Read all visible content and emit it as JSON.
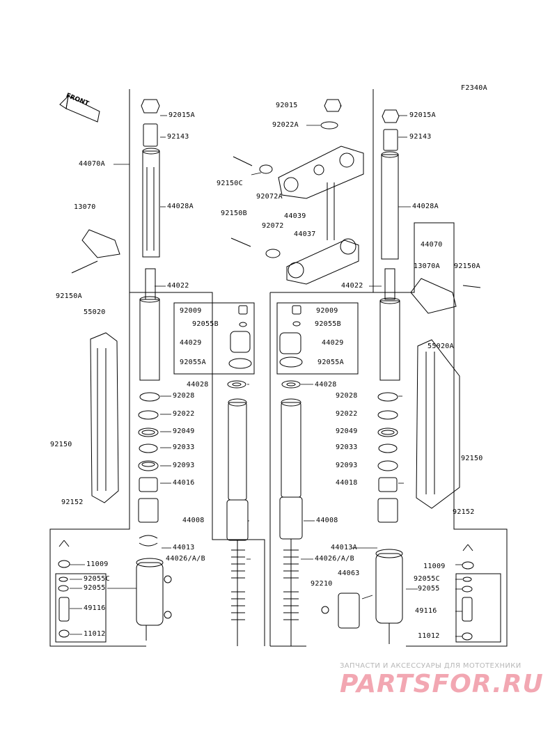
{
  "code": "F2340A",
  "front_label": "FRONT",
  "labels": {
    "l92015A_left": "92015A",
    "l92143_left": "92143",
    "l44070A": "44070A",
    "l44028A_left": "44028A",
    "l13070": "13070",
    "l92150A_left": "92150A",
    "l44022_left": "44022",
    "l55020": "55020",
    "l92009_left": "92009",
    "l92055B": "92055B",
    "l44029_left": "44029",
    "l92055A_left": "92055A",
    "l44028_left": "44028",
    "l92028_left": "92028",
    "l92022_left": "92022",
    "l92049_left": "92049",
    "l92033_left": "92033",
    "l92093_left": "92093",
    "l44016": "44016",
    "l92150_left": "92150",
    "l92152_left": "92152",
    "l44008_left": "44008",
    "l44013": "44013",
    "l44026_left": "44026/A/B",
    "l11009_left": "11009",
    "l92055C_left": "92055C",
    "l92055_left": "92055",
    "l49116_left": "49116",
    "l11012_left": "11012",
    "l92015": "92015",
    "l92022A": "92022A",
    "l92150C": "92150C",
    "l92072A": "92072A",
    "l92150B": "92150B",
    "l44039": "44039",
    "l92072": "92072",
    "l44037": "44037",
    "l92015A_right": "92015A",
    "l92143_right": "92143",
    "l44028A_right": "44028A",
    "l44070": "44070",
    "l13070A": "13070A",
    "l92150A_right": "92150A",
    "l44022_right": "44022",
    "l92009_right": "92009",
    "l92055B_right": "92055B",
    "l44029_right": "44029",
    "l92055A_right": "92055A",
    "l44028_right": "44028",
    "l55020A": "55020A",
    "l92028_right": "92028",
    "l92022_right": "92022",
    "l92049_right": "92049",
    "l92033_right": "92033",
    "l92093_right": "92093",
    "l44018": "44018",
    "l92150_right": "92150",
    "l92152_right": "92152",
    "l44008_right": "44008",
    "l44013A": "44013A",
    "l44026_right": "44026/A/B",
    "l44063": "44063",
    "l92210": "92210",
    "l11009_right": "11009",
    "l92055C_right": "92055C",
    "l92055_right": "92055",
    "l49116_right": "49116",
    "l11012_right": "11012"
  },
  "watermark": {
    "caption": "ЗАПЧАСТИ И АКСЕССУАРЫ ДЛЯ МОТОТЕХНИКИ",
    "brand": "PARTSFOR.RU",
    "color": "#f2a7b2"
  }
}
